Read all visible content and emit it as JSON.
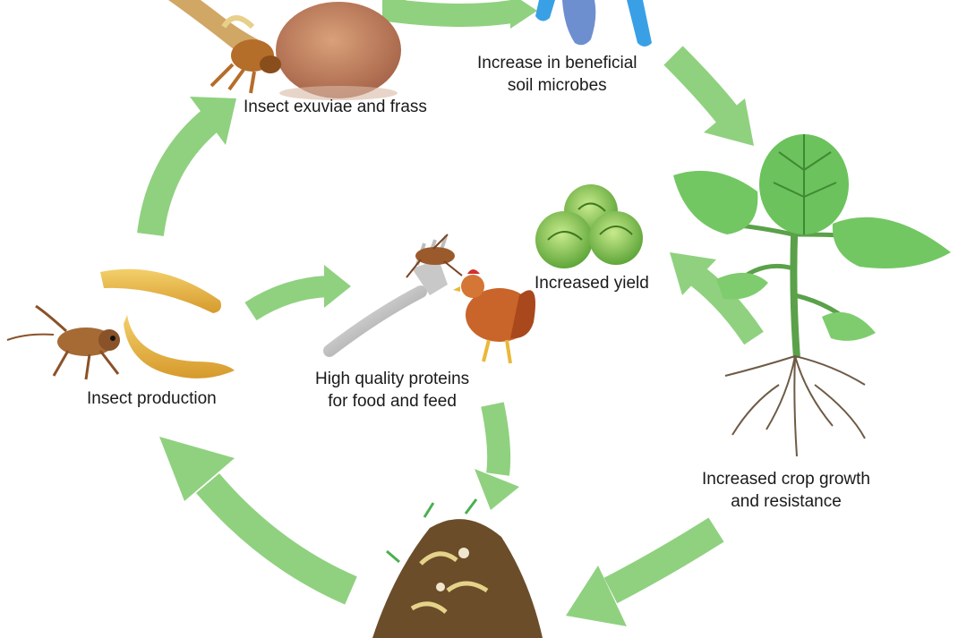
{
  "diagram": {
    "colors": {
      "arrow": "#8fd17f",
      "leaf": "#59b24e",
      "soil": "#6b4d2a",
      "microbe_blue": "#3aa0e6",
      "cricket": "#a66a35",
      "larva": "#e8b449",
      "chicken": "#c9642a"
    },
    "labels": {
      "exuviae": "Insect exuviae and frass",
      "microbes_line1": "Increase in beneficial",
      "microbes_line2": "soil microbes",
      "yield": "Increased yield",
      "proteins_line1": "High quality proteins",
      "proteins_line2": "for food and feed",
      "production": "Insect production",
      "crop_line1": "Increased crop growth",
      "crop_line2": "and resistance"
    }
  }
}
